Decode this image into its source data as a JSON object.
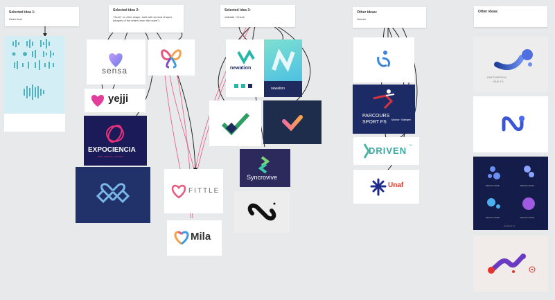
{
  "colors": {
    "board_bg": "#e8e9eb",
    "connector_black": "#222222",
    "connector_pink": "#e8577e",
    "navy": "#1f2b5e",
    "teal": "#25b7a8",
    "purple": "#6a3bc2"
  },
  "notes": [
    {
      "title": "Selected idea 1:",
      "desc": "Heart beat"
    },
    {
      "title": "Selected idea 2:",
      "desc": "\"Heart\" or other shape, built with several shapes (shapes of the letters from the name\")"
    },
    {
      "title": "Selected idea 3:",
      "desc": "Validate / Check"
    },
    {
      "title": "Other ideas:",
      "desc": "Human"
    },
    {
      "title": "Other ideas:",
      "desc": ""
    }
  ],
  "logos": {
    "sensa": "sensa",
    "yejji": "yejji",
    "expociencia": "EXPOCIENCIA",
    "expociencia_tag": "PAÍS · CIENCIA · FUTURO",
    "fittle": "FITTLE",
    "mila": "Mila",
    "newation_a": "newation",
    "newation_b": "newation",
    "syncrovive": "Syncrovive",
    "parcours_line1": "PARCOURS",
    "parcours_line2": "SPORT FS",
    "parcours_sub": "Marlow · Balingen",
    "driven": "DRIVEN",
    "driven_tm": "™",
    "unaf": "Unaf",
    "empowering_line1": "EMPOWERING",
    "empowering_line2": "HEALTH",
    "brandname": "BRAND NAME",
    "brandname_sub": "designed by"
  },
  "icons": [
    "heartbeat-waveform-icon",
    "heart-icon",
    "checkmark-icon",
    "human-figure-icon",
    "molecule-icon",
    "registered-icon"
  ]
}
